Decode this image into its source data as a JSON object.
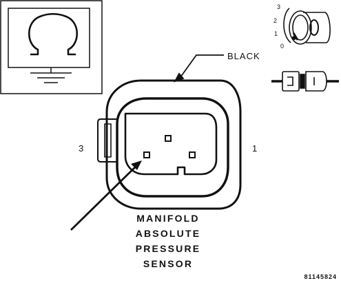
{
  "wire_color_label": "BLACK",
  "pin_labels": {
    "left": "3",
    "right": "1"
  },
  "ignition_positions": [
    "3",
    "2",
    "1",
    "0"
  ],
  "component_name_lines": [
    "MANIFOLD",
    "ABSOLUTE",
    "PRESSURE",
    "SENSOR"
  ],
  "figure_number": "81145824",
  "icons": [
    "omega-ground-symbol-icon",
    "ignition-key-icon",
    "connector-plug-icon"
  ],
  "colors": {
    "ink": "#111111",
    "background": "#ffffff"
  }
}
